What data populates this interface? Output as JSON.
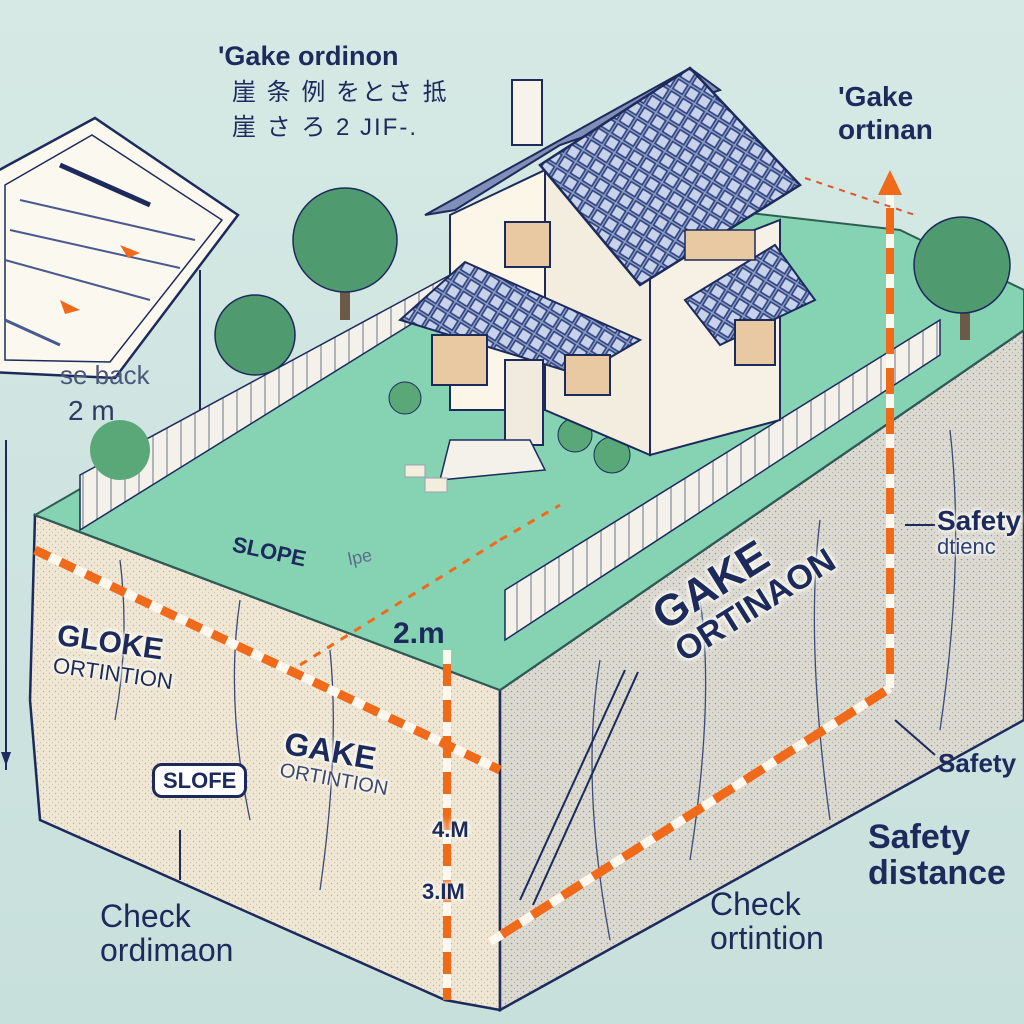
{
  "title": {
    "line1": "'Gake ordinon",
    "line2": "崖 条 例 をとさ 抵",
    "line3": "崖 さ ろ 2 JIF-."
  },
  "top_right_label": {
    "line1": "'Gake",
    "line2": "ortinan"
  },
  "left_setback": {
    "line1": "se back",
    "line2": "2 m"
  },
  "ground_labels": {
    "slope": "SLOPE",
    "slope_faint": "lpe",
    "distance": "2.m"
  },
  "cliff_left": {
    "line1": "GLOKE",
    "line2": "ORTINTION"
  },
  "slope_badge": "SLOFE",
  "cliff_center": {
    "line1": "GAKE",
    "line2": "ORTINTION"
  },
  "cliff_right": {
    "line1": "GAKE",
    "line2": "ORTINAON"
  },
  "measurements": {
    "upper": "4.M",
    "lower": "3.IM"
  },
  "right_labels": {
    "safety_upper": {
      "line1": "Safety",
      "line2": "dtienc"
    },
    "safety_mid": "Safety",
    "safety_distance": {
      "line1": "Safety",
      "line2": "distance"
    }
  },
  "bottom_labels": {
    "check_left": {
      "line1": "Check",
      "line2": "ordimaon"
    },
    "check_right": {
      "line1": "Check",
      "line2": "ortintion"
    }
  },
  "colors": {
    "ink": "#1c2a5c",
    "tape_orange": "#f06a1a",
    "grass": "#7ccfb0",
    "cliff": "#ece4d2",
    "roof": "#3d4f8c",
    "background": "#cfe4e0"
  }
}
